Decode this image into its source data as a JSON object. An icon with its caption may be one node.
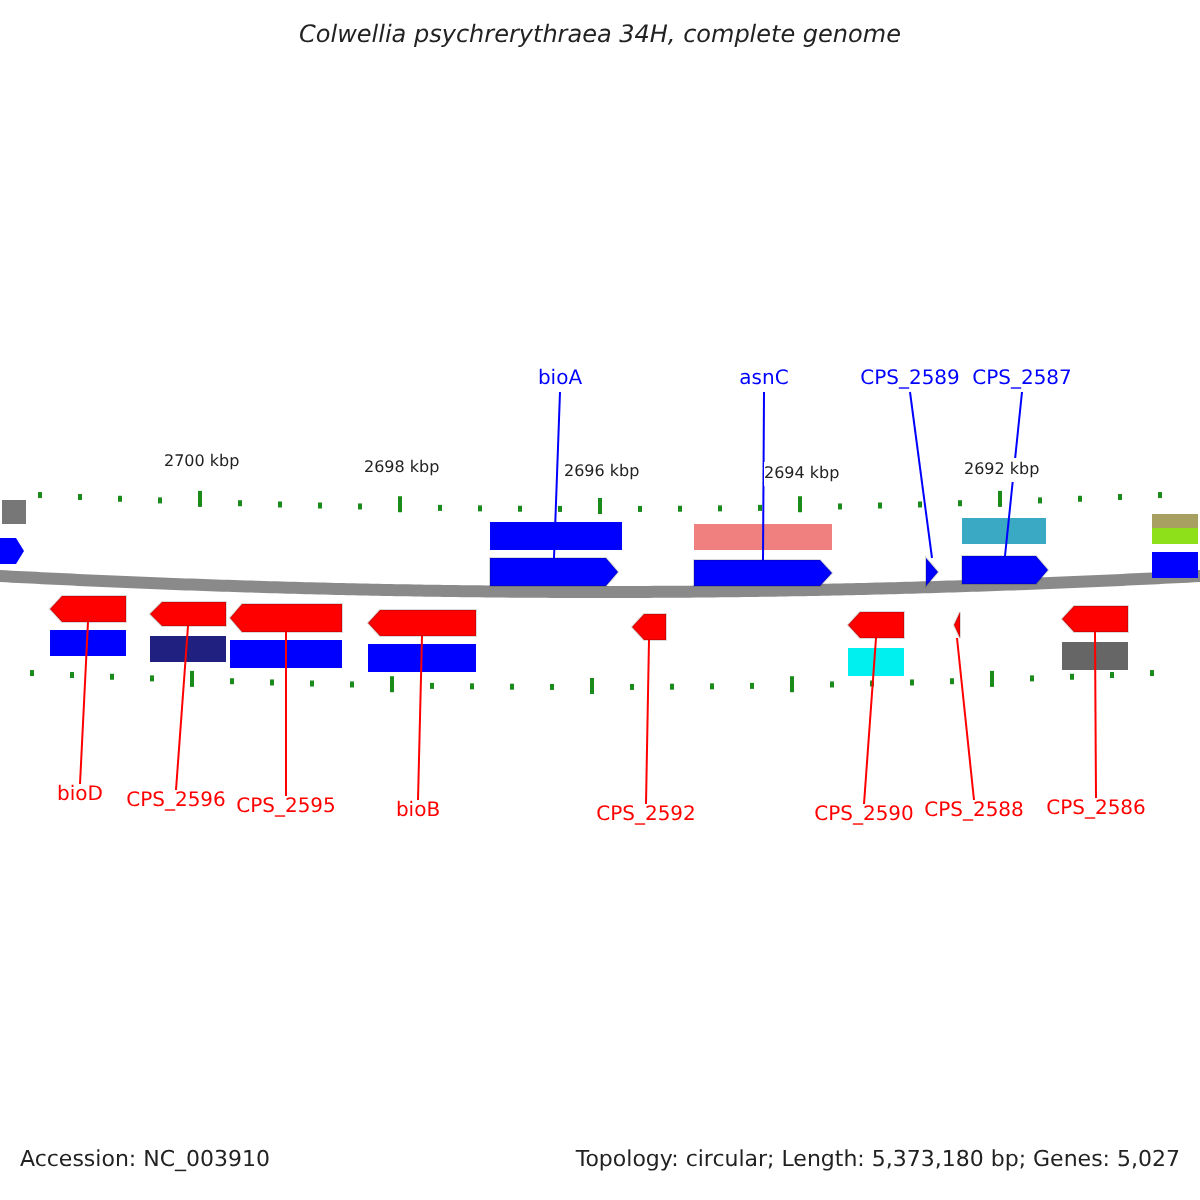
{
  "diagram": {
    "title": "Colwellia psychrerythraea 34H, complete genome",
    "nodes": [
      {
        "text": [
          "bioA"
        ]
      },
      {
        "text": [
          "asnC"
        ]
      },
      {
        "text": [
          "CPS_2589"
        ]
      },
      {
        "text": [
          "CPS_2587"
        ]
      },
      {
        "text": [
          "bioD"
        ]
      },
      {
        "text": [
          "CPS_2596"
        ]
      },
      {
        "text": [
          "CPS_2595"
        ]
      },
      {
        "text": [
          "bioB"
        ]
      },
      {
        "text": [
          "CPS_2592"
        ]
      },
      {
        "text": [
          "CPS_2590"
        ]
      },
      {
        "text": [
          "CPS_2588"
        ]
      },
      {
        "text": [
          "CPS_2586"
        ]
      },
      {
        "text": [],
        "shape": "box"
      },
      {
        "text": [],
        "shape": "box"
      },
      {
        "text": [],
        "shape": "box"
      },
      {
        "text": [],
        "shape": "box"
      },
      {
        "text": [],
        "shape": "box"
      },
      {
        "text": [],
        "shape": "box"
      },
      {
        "text": [],
        "shape": "box"
      },
      {
        "text": [],
        "shape": "box"
      },
      {
        "text": [],
        "shape": "box"
      },
      {
        "text": [],
        "shape": "box"
      },
      {
        "text": [],
        "shape": "box"
      },
      {
        "text": [],
        "shape": "box"
      }
    ],
    "edges": [
      {
        "from": 0,
        "to": 12,
        "arrow": "none",
        "color": "#0000ff"
      },
      {
        "from": 1,
        "to": 13,
        "arrow": "none",
        "color": "#0000ff"
      },
      {
        "from": 2,
        "to": 14,
        "arrow": "none",
        "color": "#0000ff"
      },
      {
        "from": 3,
        "to": 15,
        "arrow": "none",
        "color": "#0000ff"
      },
      {
        "from": 4,
        "to": 16,
        "arrow": "none"
      },
      {
        "from": 5,
        "to": 17,
        "arrow": "none"
      },
      {
        "from": 6,
        "to": 18,
        "arrow": "none"
      },
      {
        "from": 7,
        "to": 19,
        "arrow": "none"
      },
      {
        "from": 8,
        "to": 20,
        "arrow": "none"
      },
      {
        "from": 9,
        "to": 21,
        "arrow": "none"
      },
      {
        "from": 10,
        "to": 22,
        "arrow": "none"
      },
      {
        "from": 11,
        "to": 23,
        "arrow": "none"
      }
    ],
    "labels": [
      "2700 kbp",
      "2698 kbp",
      "2696 kbp",
      "2694 kbp",
      "2692 kbp",
      "Accession: NC_003910",
      "Topology: circular; Length: 5,373,180 bp; Genes: 5,027"
    ]
  }
}
